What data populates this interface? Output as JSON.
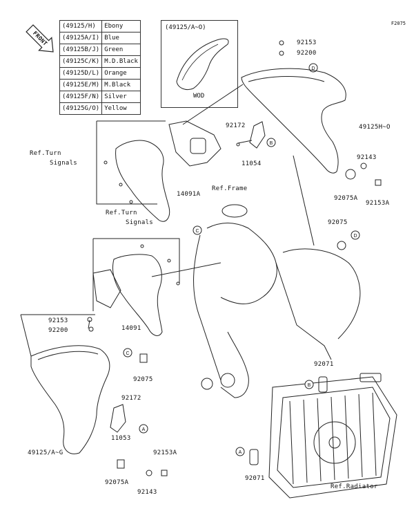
{
  "figure_id": "F2075",
  "front_label": "FRONT",
  "legend": [
    {
      "code": "(49125/H)",
      "color": "Ebony"
    },
    {
      "code": "(49125A/I)",
      "color": "Blue"
    },
    {
      "code": "(49125B/J)",
      "color": "Green"
    },
    {
      "code": "(49125C/K)",
      "color": "M.D.Black"
    },
    {
      "code": "(49125D/L)",
      "color": "Orange"
    },
    {
      "code": "(49125E/M)",
      "color": "M.Black"
    },
    {
      "code": "(49125F/N)",
      "color": "Silver"
    },
    {
      "code": "(49125G/O)",
      "color": "Yellow"
    }
  ],
  "inset": {
    "title": "(49125/A~O)",
    "label": "WOD"
  },
  "references": {
    "turn_signals_top_1": "Ref.Turn",
    "turn_signals_top_2": "Signals",
    "turn_signals_mid_1": "Ref.Turn",
    "turn_signals_mid_2": "Signals",
    "frame": "Ref.Frame",
    "radiator": "Ref.Radiator"
  },
  "parts": {
    "p92153_top": "92153",
    "p92200_top": "92200",
    "p92172_top": "92172",
    "p11054": "11054",
    "p49125H_O": "49125H~O",
    "p92143_top": "92143",
    "p92075A_top": "92075A",
    "p92153A_top": "92153A",
    "p14091A": "14091A",
    "p92075_right": "92075",
    "p92153_left": "92153",
    "p92200_left": "92200",
    "p14091": "14091",
    "p92075_left": "92075",
    "p92172_bot": "92172",
    "p11053": "11053",
    "p49125A_G": "49125/A~G",
    "p92153A_bot": "92153A",
    "p92075A_bot": "92075A",
    "p92143_bot": "92143",
    "p92071_top": "92071",
    "p92071_bot": "92071"
  },
  "callouts": [
    "A",
    "B",
    "C",
    "D"
  ]
}
